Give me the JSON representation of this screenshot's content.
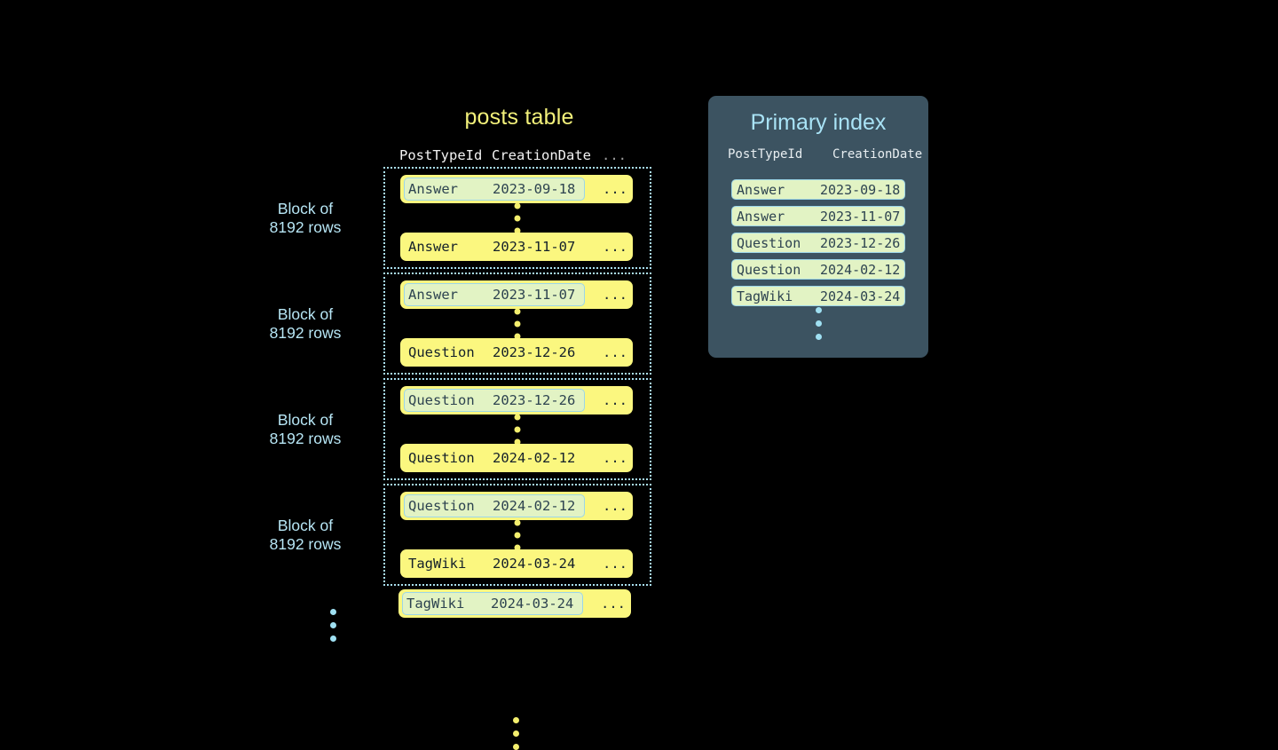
{
  "colors": {
    "background": "#000000",
    "row_yellow": "#fbf77f",
    "mark_green": "#e2f3c4",
    "mark_border_blue": "#9cd6e8",
    "accent_blue": "#a9e3f6",
    "title_yellow": "#f2f07a",
    "panel_slate": "#3c5361",
    "dot_yellow": "#f4ef6e",
    "dot_blue": "#9fe0f2",
    "dark_text": "#14202a"
  },
  "posts_table": {
    "title": "posts table",
    "columns": [
      "PostTypeId",
      "CreationDate",
      "..."
    ],
    "block_label": "Block of\n8192 rows",
    "blocks": [
      {
        "label": "Block of\n8192 rows",
        "first_row": {
          "post_type_id": "Answer",
          "creation_date": "2023-09-18",
          "more": "...",
          "marked": true
        },
        "last_row": {
          "post_type_id": "Answer",
          "creation_date": "2023-11-07",
          "more": "...",
          "marked": false
        }
      },
      {
        "label": "Block of\n8192 rows",
        "first_row": {
          "post_type_id": "Answer",
          "creation_date": "2023-11-07",
          "more": "...",
          "marked": true
        },
        "last_row": {
          "post_type_id": "Question",
          "creation_date": "2023-12-26",
          "more": "...",
          "marked": false
        }
      },
      {
        "label": "Block of\n8192 rows",
        "first_row": {
          "post_type_id": "Question",
          "creation_date": "2023-12-26",
          "more": "...",
          "marked": true
        },
        "last_row": {
          "post_type_id": "Question",
          "creation_date": "2024-02-12",
          "more": "...",
          "marked": false
        }
      },
      {
        "label": "Block of\n8192 rows",
        "first_row": {
          "post_type_id": "Question",
          "creation_date": "2024-02-12",
          "more": "...",
          "marked": true
        },
        "last_row": {
          "post_type_id": "TagWiki",
          "creation_date": "2024-03-24",
          "more": "...",
          "marked": false
        }
      }
    ],
    "trailing_row": {
      "post_type_id": "TagWiki",
      "creation_date": "2024-03-24",
      "more": "...",
      "marked": true
    }
  },
  "primary_index": {
    "title": "Primary index",
    "columns": [
      "PostTypeId",
      "CreationDate"
    ],
    "rows": [
      {
        "post_type_id": "Answer",
        "creation_date": "2023-09-18"
      },
      {
        "post_type_id": "Answer",
        "creation_date": "2023-11-07"
      },
      {
        "post_type_id": "Question",
        "creation_date": "2023-12-26"
      },
      {
        "post_type_id": "Question",
        "creation_date": "2024-02-12"
      },
      {
        "post_type_id": "TagWiki",
        "creation_date": "2024-03-24"
      }
    ]
  }
}
